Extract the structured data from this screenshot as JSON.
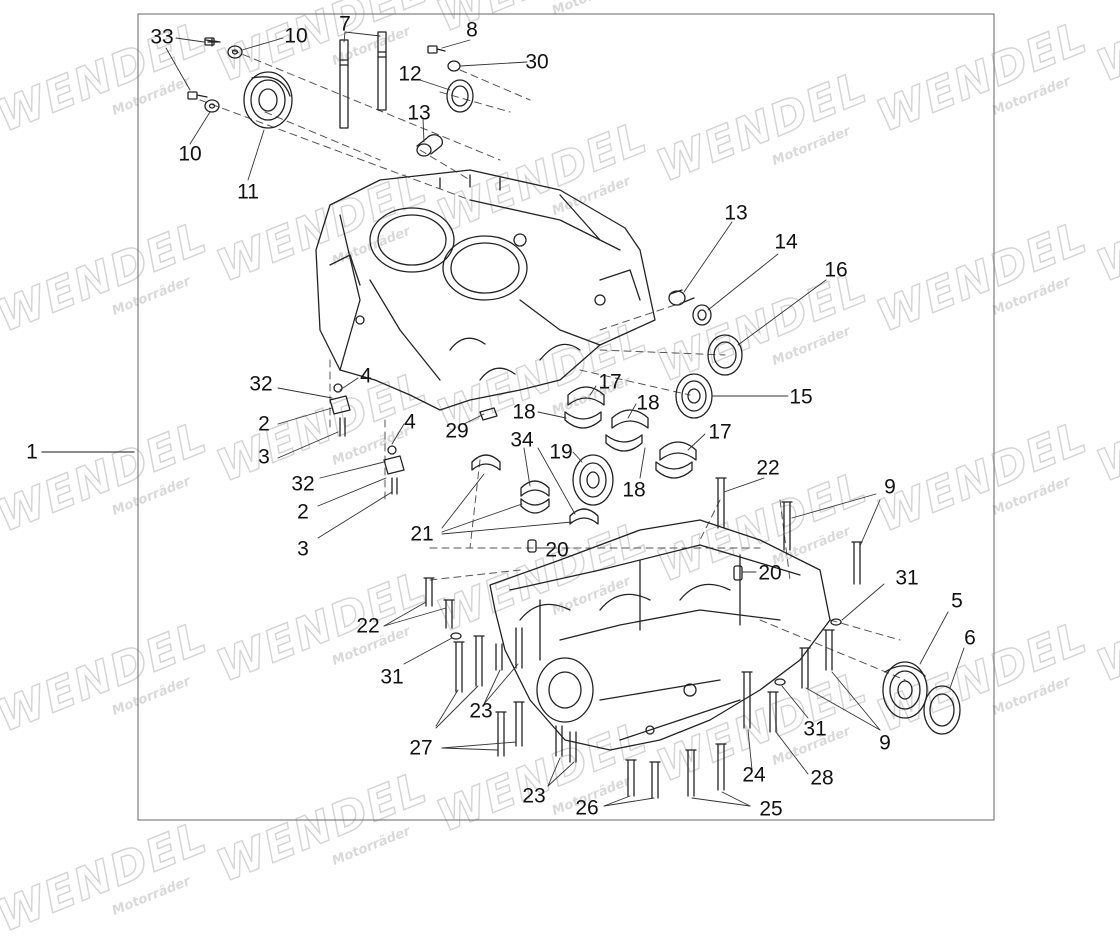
{
  "watermark": {
    "brand": "WENDEL",
    "sub": "Motorräder"
  },
  "callouts": {
    "n1": "1",
    "n2a": "2",
    "n2b": "2",
    "n3a": "3",
    "n3b": "3",
    "n4a": "4",
    "n4b": "4",
    "n5": "5",
    "n6": "6",
    "n7": "7",
    "n8": "8",
    "n9a": "9",
    "n9b": "9",
    "n10a": "10",
    "n10b": "10",
    "n11": "11",
    "n12": "12",
    "n13a": "13",
    "n13b": "13",
    "n14": "14",
    "n15": "15",
    "n16": "16",
    "n17a": "17",
    "n17b": "17",
    "n18a": "18",
    "n18b": "18",
    "n18c": "18",
    "n19": "19",
    "n20a": "20",
    "n20b": "20",
    "n21": "21",
    "n22a": "22",
    "n22b": "22",
    "n23a": "23",
    "n23b": "23",
    "n24": "24",
    "n25": "25",
    "n26": "26",
    "n27": "27",
    "n28": "28",
    "n29": "29",
    "n30": "30",
    "n31a": "31",
    "n31b": "31",
    "n31c": "31",
    "n32a": "32",
    "n32b": "32",
    "n33": "33",
    "n34": "34"
  }
}
